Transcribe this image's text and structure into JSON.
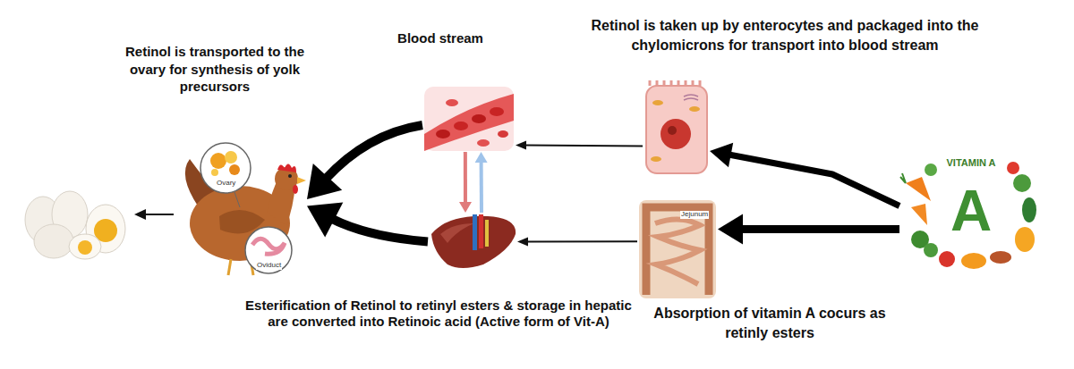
{
  "diagram": {
    "nodes": [
      {
        "text": [
          "VITAMIN A",
          "A"
        ]
      },
      {
        "text": [
          "Retinol is taken up by enterocytes and packaged into the chylomicrons for transport into blood stream"
        ]
      },
      {
        "text": [
          "Absorption of vitamin A cocurs as retinly esters"
        ]
      },
      {
        "text": [
          "Blood stream"
        ]
      },
      {
        "text": [
          "Esterification of Retinol to retinyl esters & storage in hepatic are converted into Retinoic acid (Active form of Vit-A)"
        ]
      },
      {
        "text": [
          "Retinol is transported to the ovary for synthesis of yolk precursors"
        ]
      }
    ],
    "edges": [
      {
        "from": 0,
        "to": 2,
        "arrow": "to"
      },
      {
        "from": 0,
        "to": 1,
        "arrow": "to"
      },
      {
        "from": 1,
        "to": 3,
        "arrow": "to"
      },
      {
        "from": 2,
        "to": 4,
        "arrow": "to"
      },
      {
        "from": 4,
        "to": 3,
        "arrow": "to"
      },
      {
        "from": 3,
        "to": 4,
        "arrow": "to"
      },
      {
        "from": 3,
        "to": 5,
        "arrow": "to"
      },
      {
        "from": 4,
        "to": 5,
        "arrow": "to"
      }
    ],
    "labels": [
      "Jejunum",
      "Ovary",
      "Oviduct"
    ]
  }
}
